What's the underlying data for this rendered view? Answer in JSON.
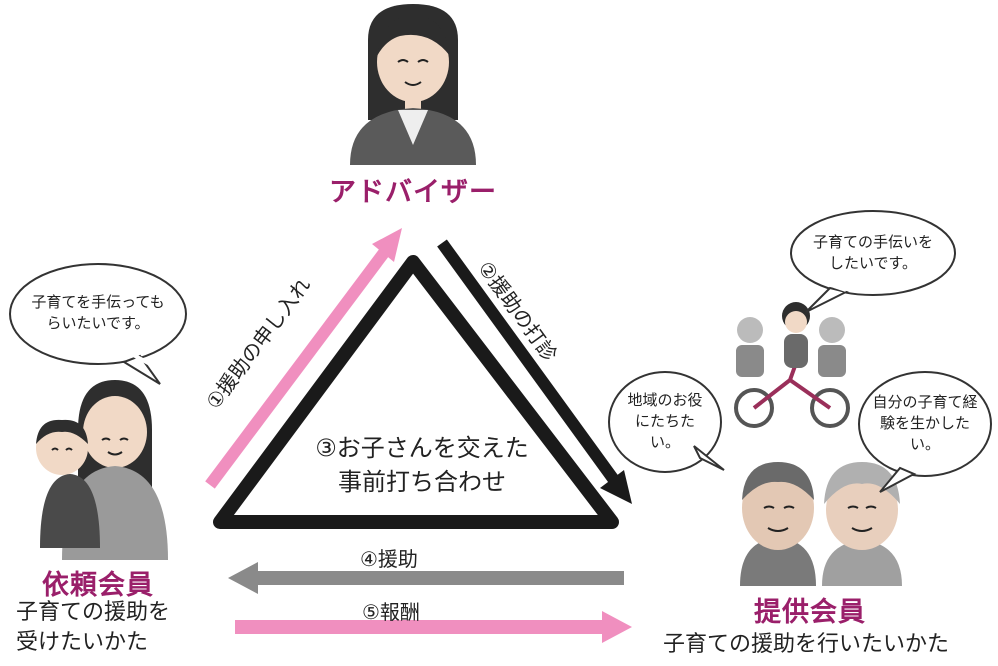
{
  "adviser": {
    "title": "アドバイザー"
  },
  "requester": {
    "title": "依頼会員",
    "desc_line1": "子育ての援助を",
    "desc_line2": "受けたいかた",
    "bubble": "子育てを手伝ってもらいたいです。"
  },
  "provider": {
    "title": "提供会員",
    "desc": "子育ての援助を行いたいかた",
    "bubble_top": "子育ての手伝いをしたいです。",
    "bubble_left": "地域のお役にたちたい。",
    "bubble_right": "自分の子育て経験を生かしたい。"
  },
  "steps": {
    "s1": "①援助の申し入れ",
    "s2": "②援助の打診",
    "s3_line1": "③お子さんを交えた",
    "s3_line2": "事前打ち合わせ",
    "s4": "④援助",
    "s5": "⑤報酬"
  },
  "colors": {
    "pink": "#f08fbf",
    "gray": "#8a8a8a",
    "dark": "#1a1a1a",
    "title": "#9a1f6a"
  }
}
